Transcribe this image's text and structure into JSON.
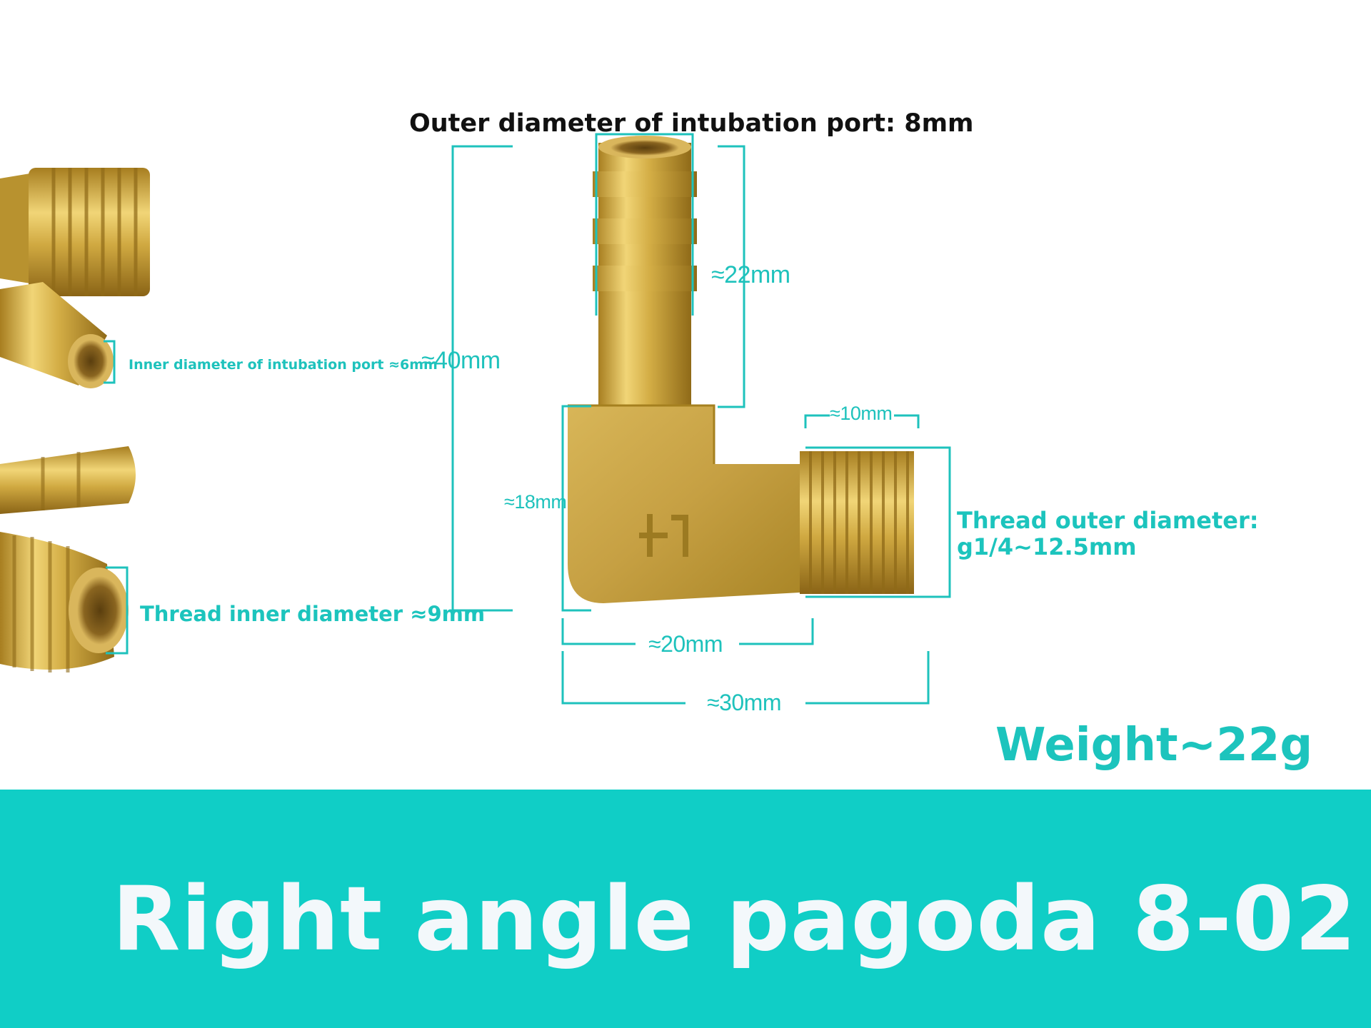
{
  "colors": {
    "accent_teal": "#1ec2bc",
    "banner_teal": "#10cec6",
    "banner_text": "#f3f8fb",
    "brass": "#c9a43c"
  },
  "labels": {
    "outer_diameter_port": "Outer diameter of intubation port: 8mm",
    "inner_diameter_port": "Inner diameter of intubation port ≈6mm",
    "thread_inner": "Thread inner diameter ≈9mm",
    "thread_outer_line1": "Thread outer diameter:",
    "thread_outer_line2": "g1/4~12.5mm",
    "dim_40": "≈40mm",
    "dim_22": "≈22mm",
    "dim_18": "≈18mm",
    "dim_10": "≈10mm",
    "dim_20": "≈20mm",
    "dim_30": "≈30mm",
    "weight": "Weight~22g"
  },
  "banner": {
    "title": "Right angle pagoda 8-02"
  }
}
